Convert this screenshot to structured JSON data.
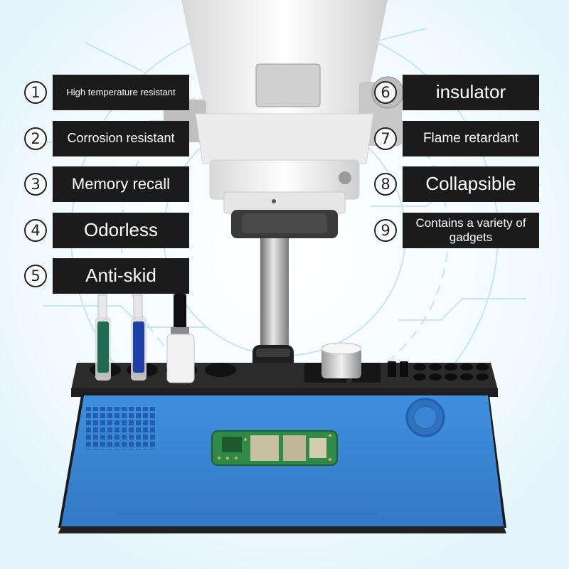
{
  "features": [
    {
      "number": "1",
      "label": "High temperature resistant"
    },
    {
      "number": "2",
      "label": "Corrosion resistant"
    },
    {
      "number": "3",
      "label": "Memory recall"
    },
    {
      "number": "4",
      "label": "Odorless"
    },
    {
      "number": "5",
      "label": "Anti-skid"
    },
    {
      "number": "6",
      "label": "insulator"
    },
    {
      "number": "7",
      "label": "Flame retardant"
    },
    {
      "number": "8",
      "label": "Collapsible"
    },
    {
      "number": "9",
      "label": "Contains a variety of gadgets"
    }
  ],
  "colors": {
    "label_background": "#1b1b1b",
    "label_text": "#ffffff",
    "mat_blue": "#3a86d4",
    "background_tech_lines": "#bfe4f5"
  },
  "icons": {
    "microscope": "stereo-microscope",
    "mat": "silicone-repair-mat",
    "pcb": "phone-circuit-board"
  }
}
